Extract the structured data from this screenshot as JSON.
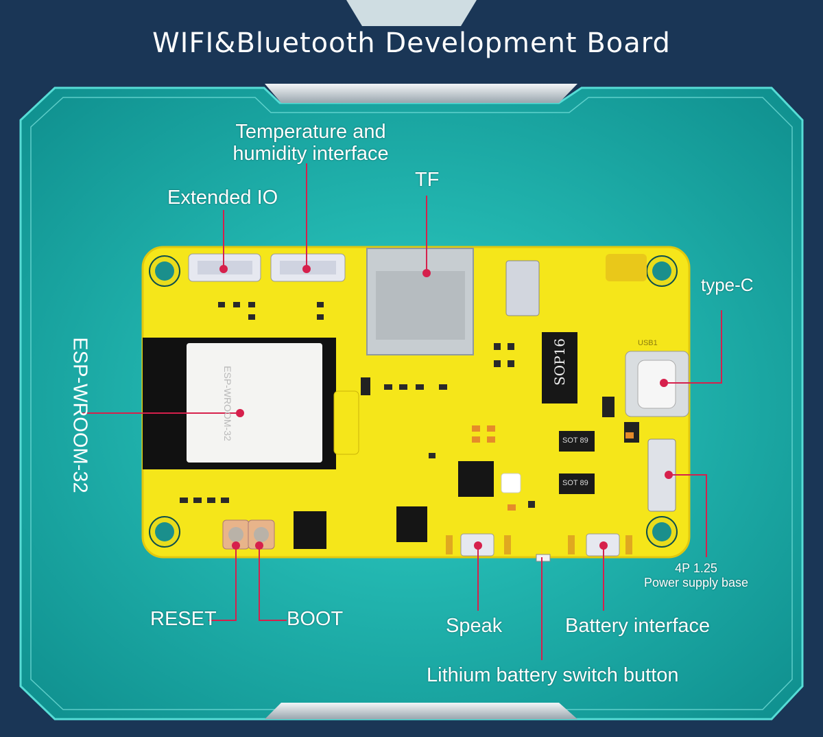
{
  "title": "WIFI&Bluetooth Development Board",
  "colors": {
    "background": "#1a3656",
    "panel": "#15a4a0",
    "panel_border": "#4fd8d2",
    "board": "#f5e61a",
    "leader_line": "#d6204c",
    "label_text": "#ffffff"
  },
  "labels": {
    "temp_humidity_line1": "Temperature and",
    "temp_humidity_line2": "humidity interface",
    "tf": "TF",
    "extended_io": "Extended IO",
    "type_c": "type-C",
    "esp_module": "ESP-WROOM-32",
    "power_base_line1": "4P 1.25",
    "power_base_line2": "Power supply base",
    "reset": "RESET",
    "boot": "BOOT",
    "speak": "Speak",
    "battery_interface": "Battery interface",
    "lithium_switch": "Lithium battery switch button"
  },
  "board_markings": {
    "chip": "SOP16",
    "module_text": "ESP-WROOM-32",
    "sot1": "SOT 89",
    "sot2": "SOT 89",
    "usb": "USB1"
  }
}
